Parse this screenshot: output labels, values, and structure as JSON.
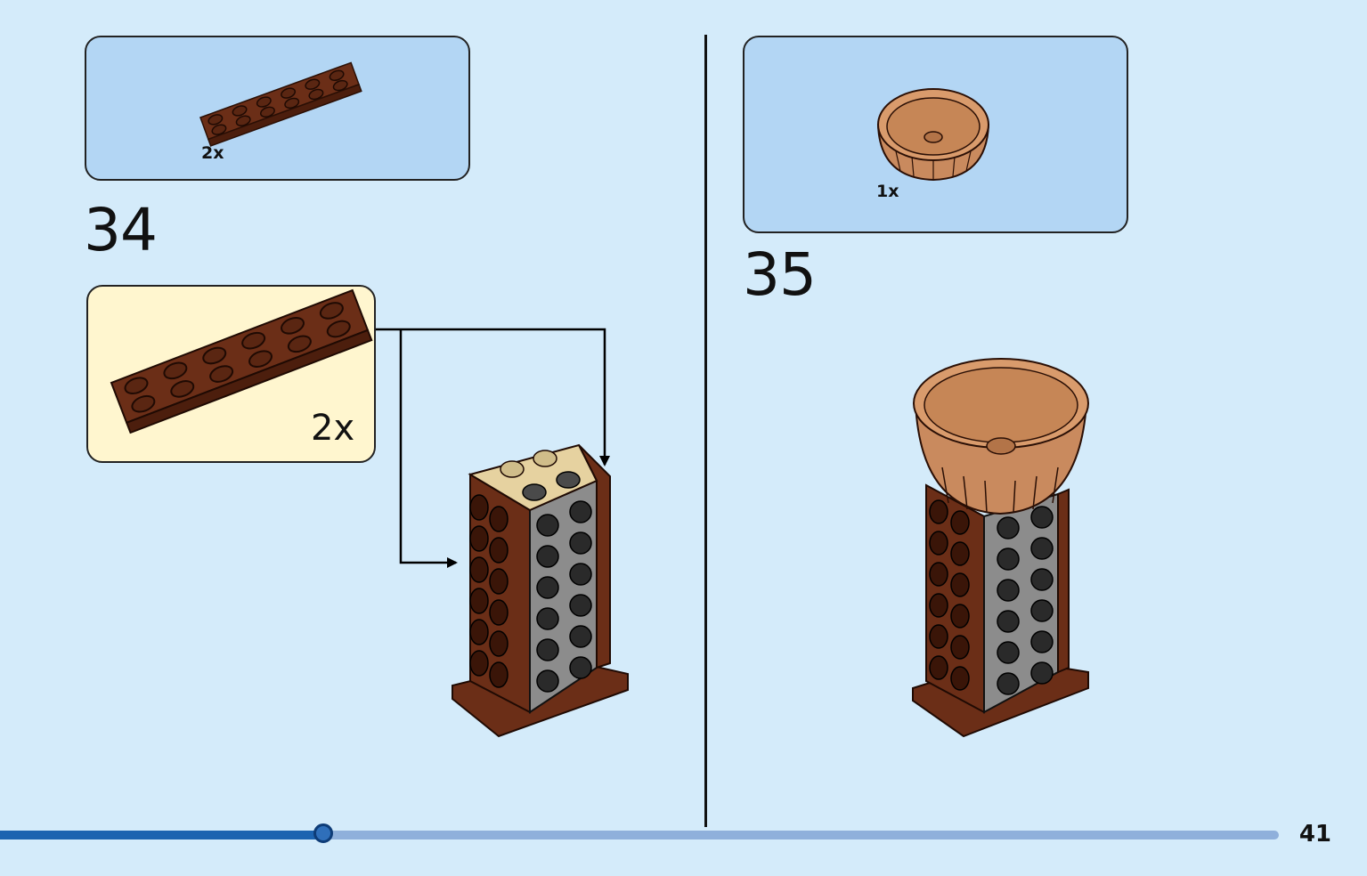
{
  "progress": {
    "value": 0.253,
    "fill_color": "#1c63b0",
    "track_color": "#8fb0db"
  },
  "page": {
    "number": "41"
  },
  "steps": [
    {
      "number": "34",
      "parts": [
        {
          "quantity": "2x",
          "part": "brown-2x6-plate-icon"
        }
      ],
      "subassembly": {
        "quantity": "2x",
        "part": "brown-2x6-plate-icon"
      }
    },
    {
      "number": "35",
      "parts": [
        {
          "quantity": "1x",
          "part": "barrel-half-icon"
        }
      ]
    }
  ],
  "colors": {
    "background": "#d4ebfa",
    "parts_box": "#b3d6f4",
    "subassembly_box": "#fff6cf",
    "brown": "#6b2e17",
    "barrel": "#c98a5e"
  }
}
